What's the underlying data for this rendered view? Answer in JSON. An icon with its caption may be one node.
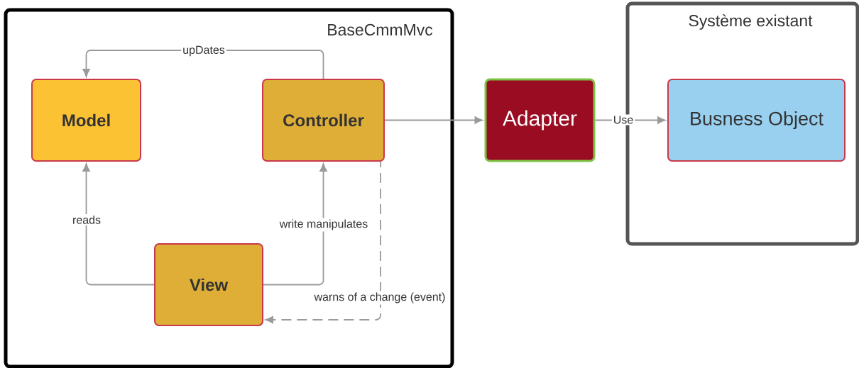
{
  "diagram": {
    "nodes": [
      {
        "text": [
          "BaseCmmMvc"
        ]
      },
      {
        "text": [
          "Model"
        ],
        "in": 0
      },
      {
        "text": [
          "Controller"
        ],
        "in": 0
      },
      {
        "text": [
          "View"
        ],
        "in": 0
      },
      {
        "text": [
          "Adapter"
        ]
      },
      {
        "text": [
          "Système existant"
        ]
      },
      {
        "text": [
          "Busness Object"
        ],
        "in": 5
      }
    ],
    "edges": [
      {
        "from": 2,
        "to": 1,
        "arrow": "to",
        "label": "upDates"
      },
      {
        "from": 3,
        "to": 1,
        "arrow": "to",
        "label": "reads"
      },
      {
        "from": 3,
        "to": 2,
        "arrow": "to",
        "label": "write manipulates"
      },
      {
        "from": 2,
        "to": 3,
        "arrow": "to",
        "label": "warns of a change (event)",
        "style": "dashed"
      },
      {
        "from": 2,
        "to": 4,
        "arrow": "to"
      },
      {
        "from": 4,
        "to": 6,
        "arrow": "to",
        "label": "Use"
      }
    ]
  }
}
